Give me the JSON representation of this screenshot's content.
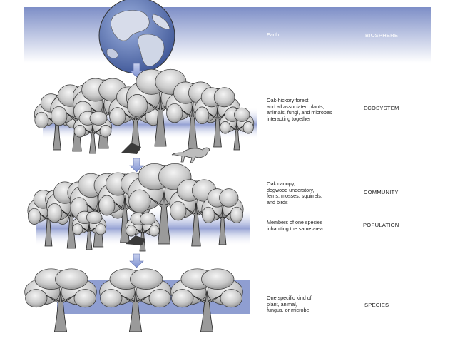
{
  "levels": [
    {
      "name": "BIOSPHERE",
      "description": "Earth"
    },
    {
      "name": "ECOSYSTEM",
      "description": "Oak-hickory forest\nand all associated plants,\nanimals, fungi, and microbes\ninteracting together"
    },
    {
      "name": "COMMUNITY",
      "description": "Oak canopy,\ndogwood understory,\nferns, mosses, squirrels,\nand birds"
    },
    {
      "name": "POPULATION",
      "description": "Members of one species\ninhabiting the same area"
    },
    {
      "name": "SPECIES",
      "description": "One specific kind of\nplant, animal,\nfungus, or microbe"
    }
  ],
  "colors": {
    "band": "#7f8fc6",
    "arrow": "#8fa0d8",
    "earth_ocean": "#6f88c4",
    "earth_land": "#cfd6e6"
  },
  "icons": [
    "globe-icon",
    "down-arrow-icon",
    "tree-icon",
    "fox-icon"
  ]
}
